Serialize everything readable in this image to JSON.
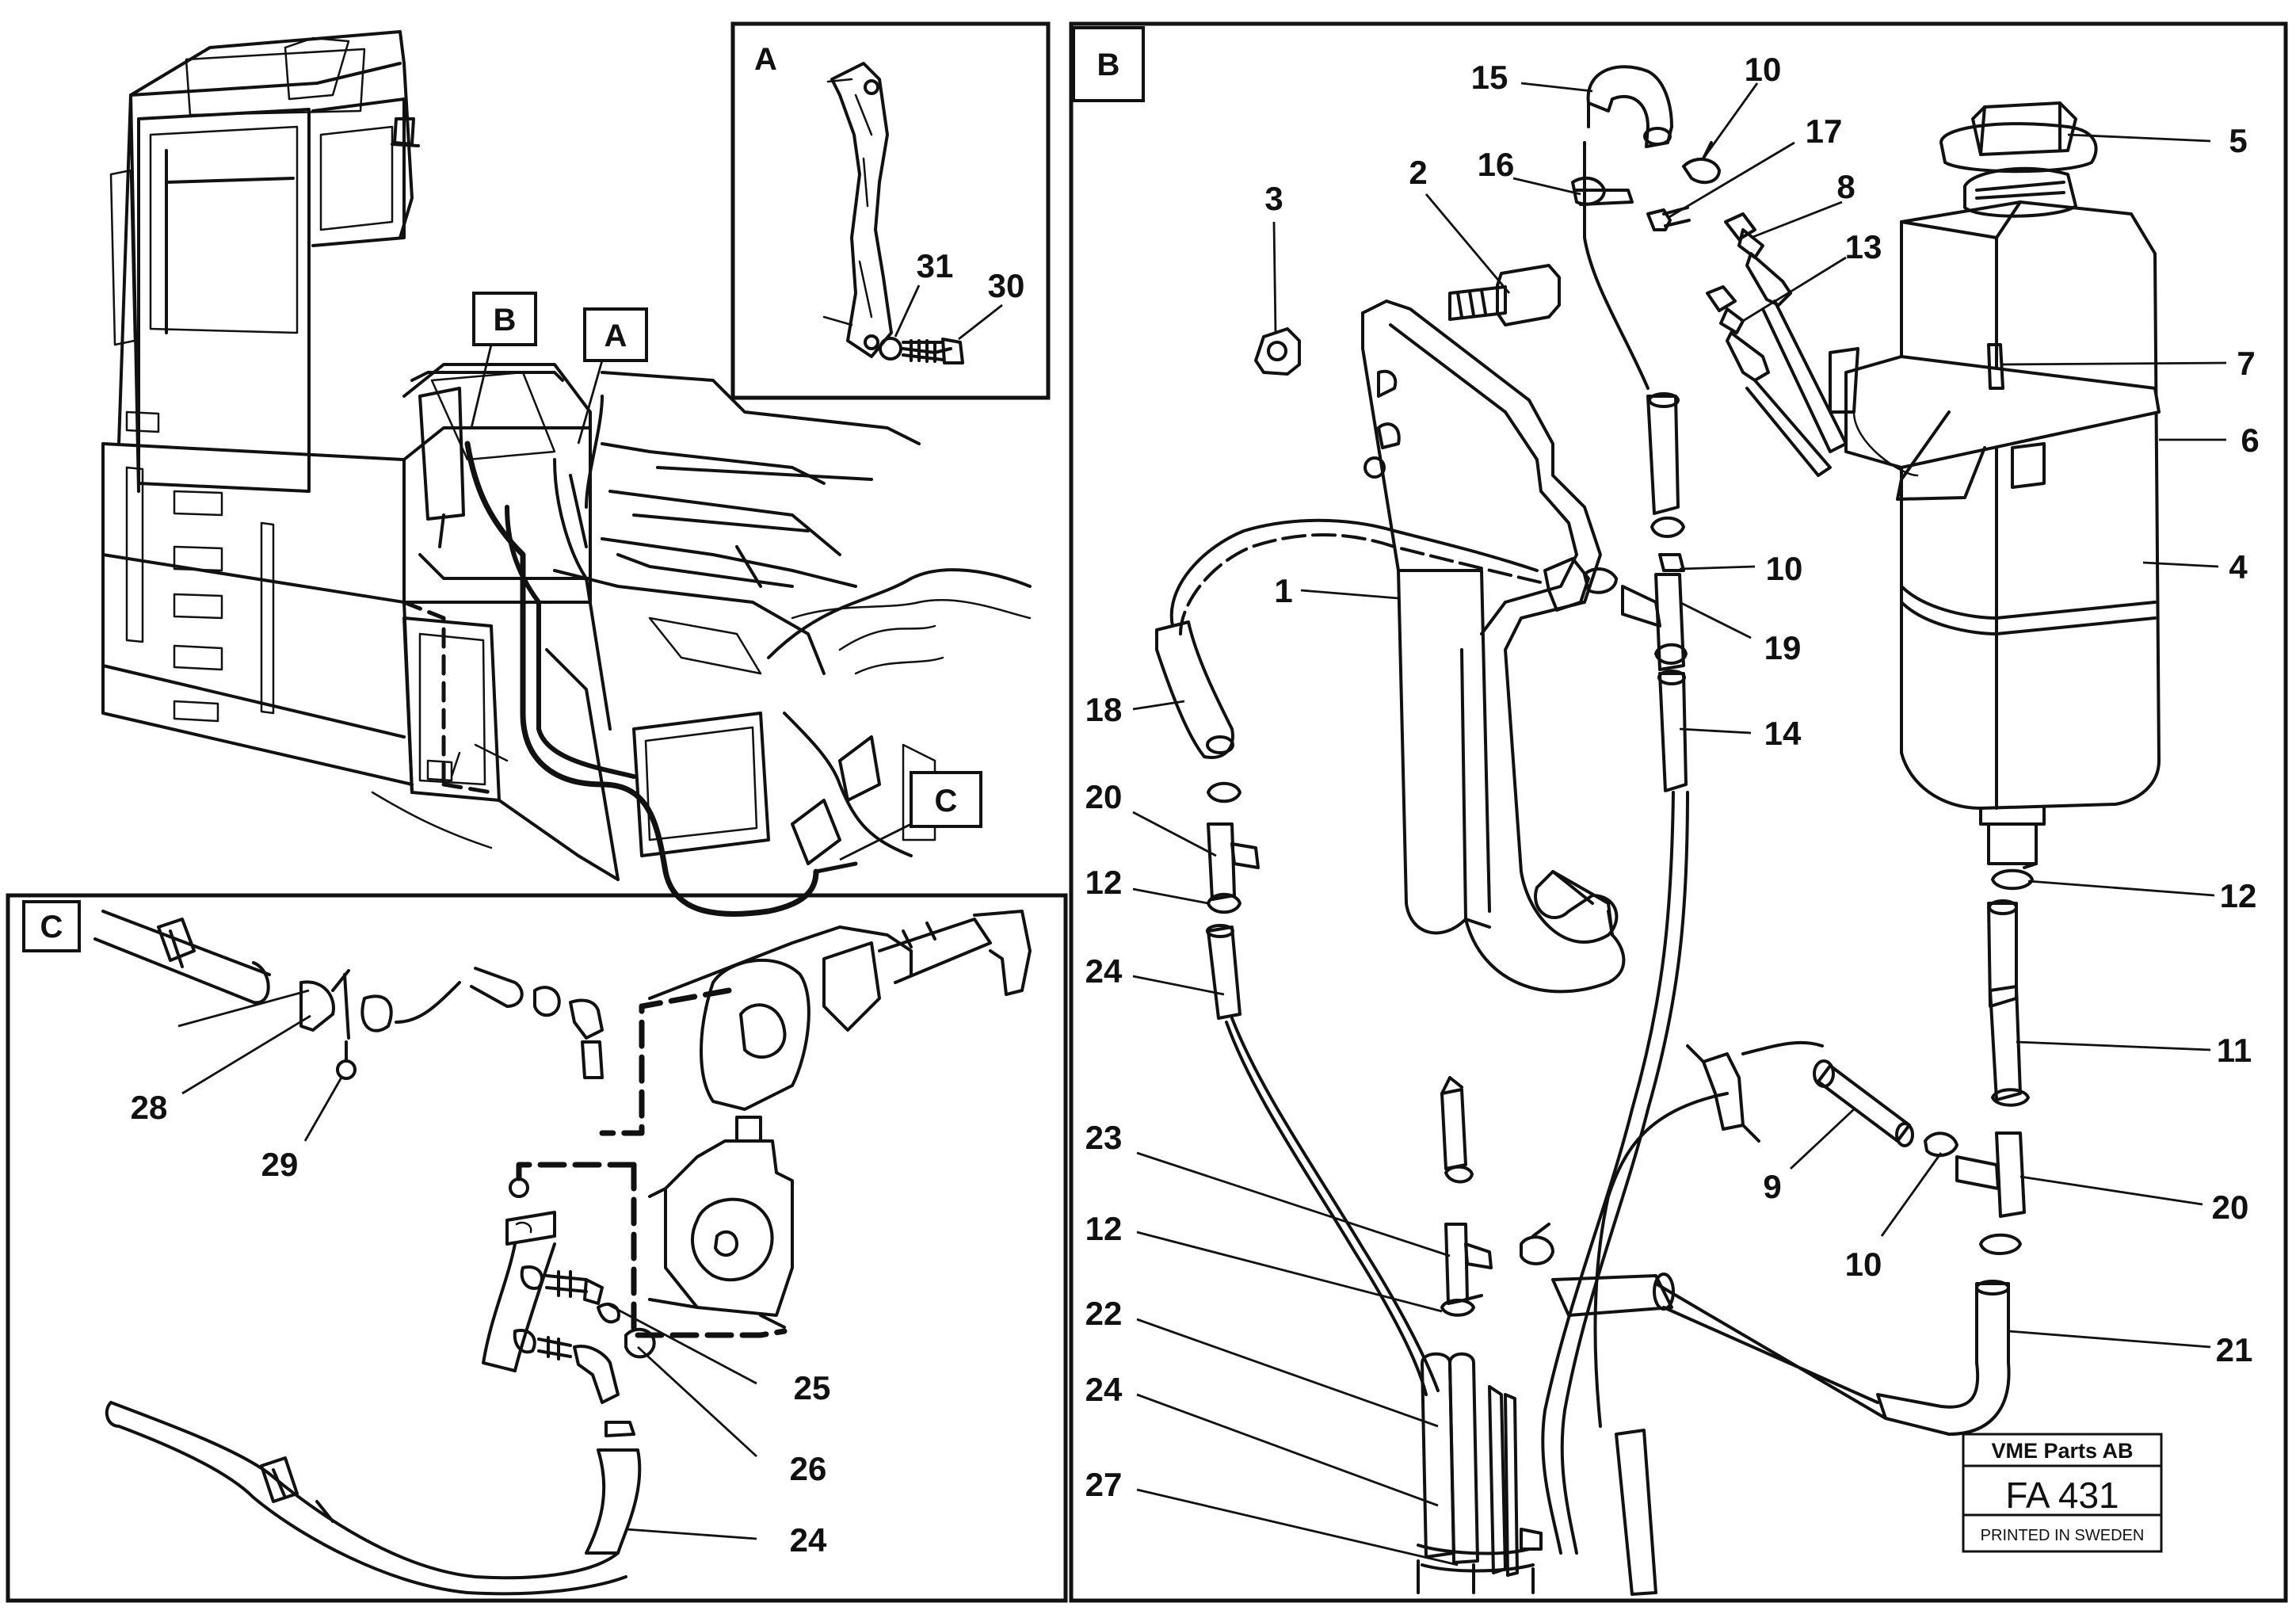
{
  "panels": {
    "a": {
      "label": "A"
    },
    "b": {
      "label": "B"
    },
    "c": {
      "label": "C"
    }
  },
  "overview_tags": {
    "a": "A",
    "b": "B",
    "c": "C"
  },
  "callouts": {
    "panel_a": [
      "31",
      "30"
    ],
    "panel_b": [
      "15",
      "10",
      "17",
      "16",
      "2",
      "3",
      "8",
      "13",
      "5",
      "7",
      "6",
      "4",
      "1",
      "10",
      "19",
      "18",
      "14",
      "20",
      "12",
      "12",
      "24",
      "11",
      "9",
      "20",
      "10",
      "23",
      "12",
      "21",
      "22",
      "24",
      "27"
    ],
    "panel_c": [
      "28",
      "29",
      "25",
      "26",
      "24"
    ]
  },
  "stamp": {
    "company": "VME Parts AB",
    "code": "FA 431",
    "footer": "PRINTED IN SWEDEN"
  }
}
